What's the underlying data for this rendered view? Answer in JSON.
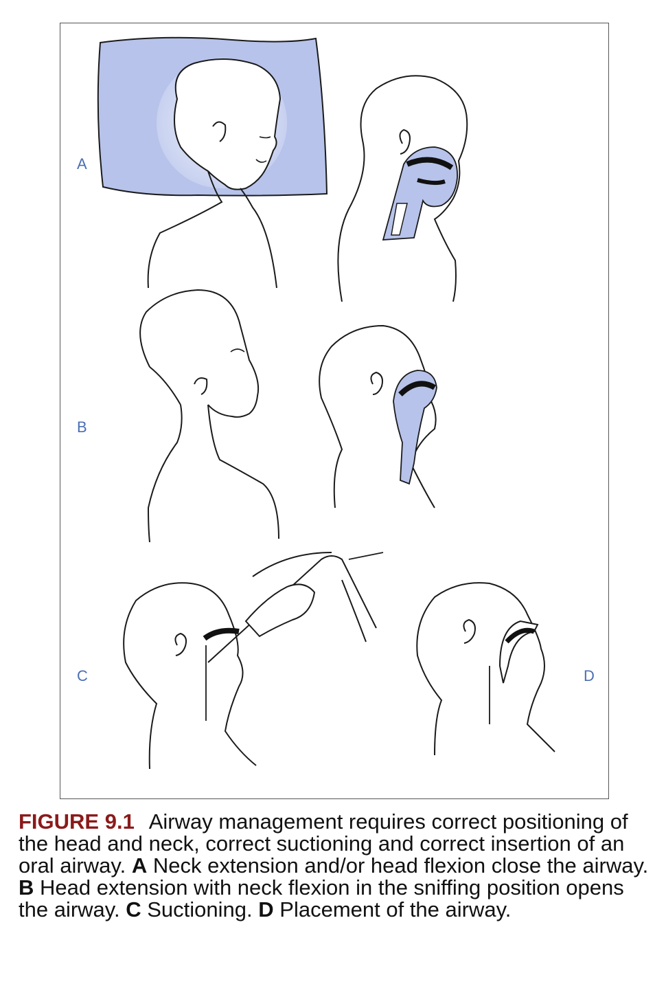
{
  "figure": {
    "panel_labels": {
      "a": "A",
      "b": "B",
      "c": "C",
      "d": "D"
    },
    "colors": {
      "fill": "#b7c3ea",
      "line": "#1a1a1a",
      "label": "#4a6fb5",
      "caption_title": "#8b1a1a"
    }
  },
  "caption": {
    "figure_number": "FIGURE 9.1",
    "intro": "Airway management requires correct positioning of the head and neck, correct suctioning and correct insertion of an oral airway.",
    "a_label": "A",
    "a_text": "Neck extension and/or head flexion close the airway.",
    "b_label": "B",
    "b_text": "Head extension with neck flexion in the sniffing position opens the airway.",
    "c_label": "C",
    "c_text": "Suctioning.",
    "d_label": "D",
    "d_text": "Placement of the airway."
  }
}
